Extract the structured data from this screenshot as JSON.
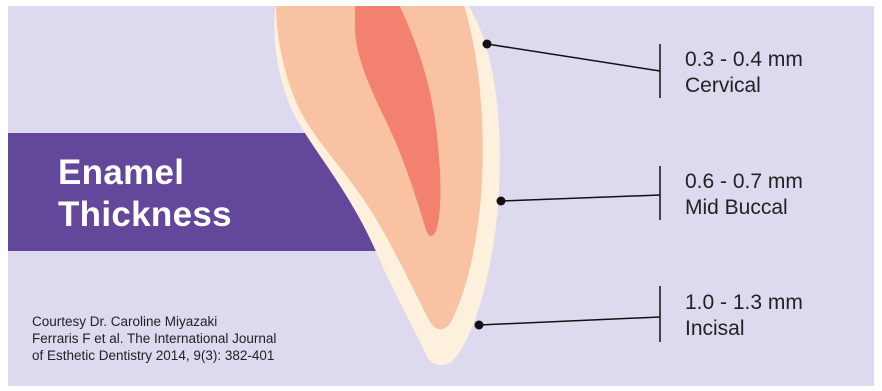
{
  "title": {
    "line1": "Enamel",
    "line2": "Thickness"
  },
  "measurements": [
    {
      "value": "0.3 - 0.4 mm",
      "region": "Cervical"
    },
    {
      "value": "0.6 - 0.7 mm",
      "region": "Mid Buccal"
    },
    {
      "value": "1.0 - 1.3 mm",
      "region": "Incisal"
    }
  ],
  "credit": {
    "line1": "Courtesy Dr. Caroline Miyazaki",
    "line2": "Ferraris F et al. The International Journal",
    "line3": "of Esthetic Dentistry 2014, 9(3): 382-401"
  },
  "colors": {
    "background": "#ddd9ee",
    "band": "#62479a",
    "enamel": "#fdf0dc",
    "dentin": "#f8c2a3",
    "pulp": "#f2826f",
    "text": "#222222"
  }
}
